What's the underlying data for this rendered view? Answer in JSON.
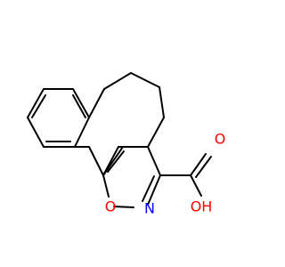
{
  "molecule": {
    "atoms": {
      "ring_oxygen": "O",
      "ring_nitrogen": "N",
      "carbonyl_oxygen": "O",
      "hydroxyl": "OH"
    },
    "colors": {
      "oxygen": "#ff0000",
      "nitrogen": "#0000ff",
      "bond": "#000000",
      "background": "#ffffff"
    }
  }
}
